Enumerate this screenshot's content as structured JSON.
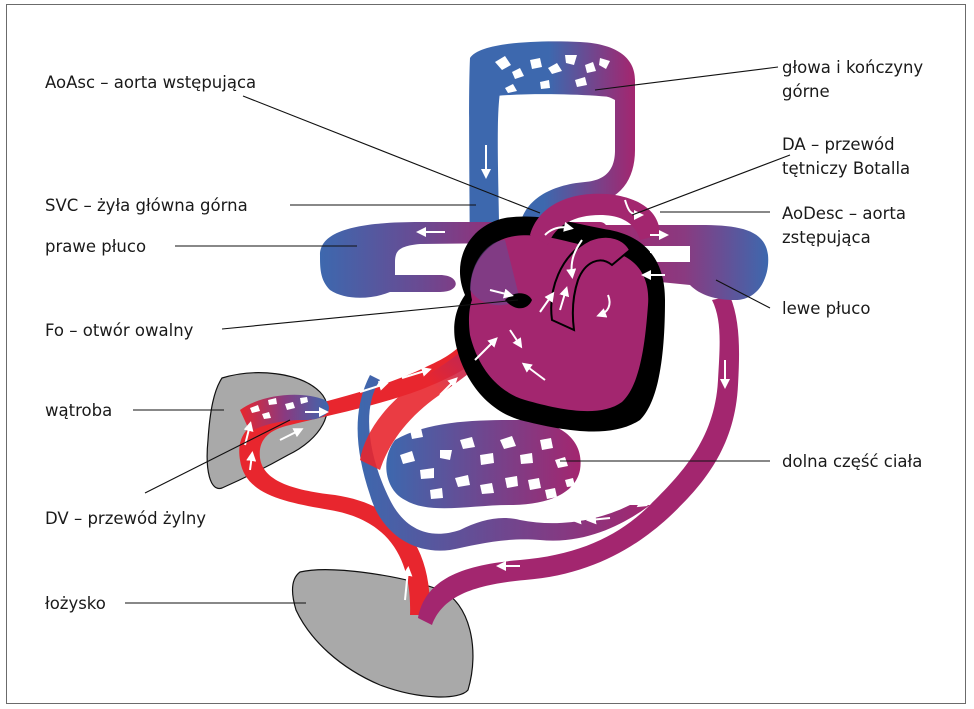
{
  "title": "",
  "colors": {
    "oxygenated": "#e8262e",
    "mixed": "#a3266f",
    "deoxygenated": "#3d68ae",
    "organ_gray": "#a9a9a9",
    "heart_black": "#000000",
    "arrow": "#ffffff"
  },
  "labels": {
    "aoasc": "AoAsc – aorta wstępująca",
    "svc": "SVC – żyła główna górna",
    "prawe_pluco": "prawe płuco",
    "fo": "Fo – otwór owalny",
    "watroba": "wątroba",
    "dv": "DV – przewód żylny",
    "lozysko": "łożysko",
    "glowa_1": "głowa i kończyny",
    "glowa_2": "górne",
    "da_1": "DA – przewód",
    "da_2": "tętniczy Botalla",
    "aodesc_1": "AoDesc – aorta",
    "aodesc_2": "zstępująca",
    "lewe_pluco": "lewe płuco",
    "dolna": "dolna część ciała"
  }
}
